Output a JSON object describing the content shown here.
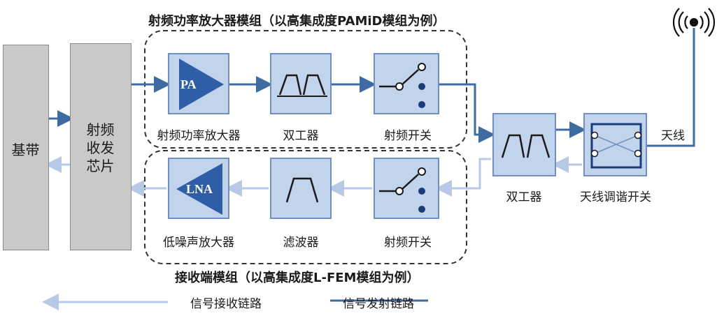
{
  "titles": {
    "tx_module": "射频功率放大器模组（以高集成度PAMiD模组为例）",
    "rx_module": "接收端模组（以高集成度L-FEM模组为例）"
  },
  "blocks": {
    "baseband": "基带",
    "transceiver": [
      "射频",
      "收发",
      "芯片"
    ],
    "pa_symbol": "PA",
    "lna_symbol": "LNA",
    "pa": "射频功率放大器",
    "tx_duplexer": "双工器",
    "tx_switch": "射频开关",
    "lna": "低噪声放大器",
    "filter": "滤波器",
    "rx_switch": "射频开关",
    "duplexer": "双工器",
    "tuner": "天线调谐开关",
    "antenna": "天线"
  },
  "legend": {
    "rx": "信号接收链路",
    "tx": "信号发射链路"
  },
  "colors": {
    "tx_line": "#3f6ba3",
    "rx_line": "#b7c9e4",
    "block_fill": "#c2d3ec",
    "block_border": "#6f8fc0",
    "symbol": "#2e5fa6"
  }
}
